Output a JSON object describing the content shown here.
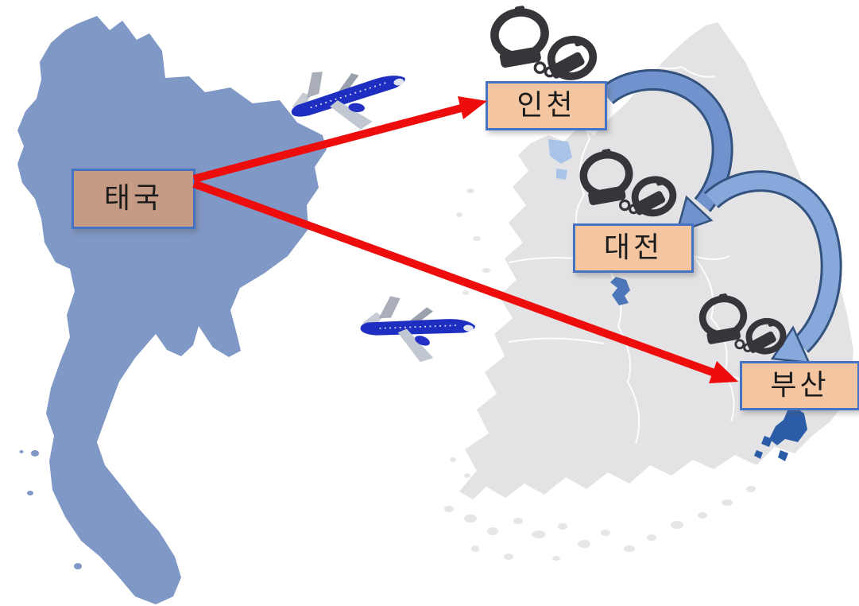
{
  "diagram": {
    "kind": "smuggling-route-map",
    "origin": {
      "label": "태국"
    },
    "destinations": [
      {
        "label": "인천",
        "icon": "handcuffs-icon"
      },
      {
        "label": "대전",
        "icon": "handcuffs-icon"
      },
      {
        "label": "부산",
        "icon": "handcuffs-icon"
      }
    ],
    "routes": [
      {
        "from": "태국",
        "to": "인천",
        "style": "straight-red-arrow",
        "icon": "airplane-icon"
      },
      {
        "from": "태국",
        "to": "부산",
        "style": "straight-red-arrow",
        "icon": "airplane-icon"
      },
      {
        "from": "인천",
        "to": "대전",
        "style": "curved-blue-arrow"
      },
      {
        "from": "대전",
        "to": "부산",
        "style": "curved-blue-arrow"
      }
    ],
    "icons": [
      "airplane-icon",
      "handcuffs-icon"
    ],
    "colors": {
      "thailand_map": "#8098C6",
      "korea_map": "#E3E3E5",
      "korea_island": "#E8E8EA",
      "province_border": "#FFFFFF",
      "busan_highlight": "#2A5CA8",
      "lake": "#4C76B8",
      "coastal_water": "#A9C4E7",
      "red_arrow": "#EE0D0D",
      "curved_arrow_fill": "#7193CD",
      "curved_arrow_fill_light": "#86A8DA",
      "curved_arrow_outline": "#33527E",
      "origin_box_fill": "#C69B85",
      "dest_box_fill": "#F3C5A0",
      "box_border": "#4472C4",
      "handcuffs": "#35353A",
      "airplane_body": "#1E2EC0"
    }
  }
}
